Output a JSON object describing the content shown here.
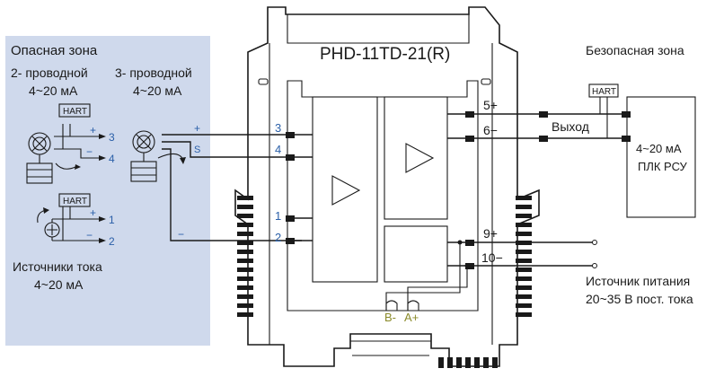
{
  "colors": {
    "hazard_zone_fill": "#cfd9ec",
    "terminal_number": "#2a5fa8",
    "bus_label": "#8a8a2a",
    "line": "#1a1a1a"
  },
  "hazard_zone": {
    "title": "Опасная зона",
    "two_wire": {
      "title_line1": "2- проводной",
      "title_line2": "4~20 мА"
    },
    "three_wire": {
      "title_line1": "3- проводной",
      "title_line2": "4~20 мА"
    },
    "current_sources": {
      "title_line1": "Источники тока",
      "title_line2": "4~20 мА"
    },
    "hart_label": "HART",
    "plus": "+",
    "minus": "−",
    "s_label": "S",
    "small_terminals": [
      "3",
      "4",
      "1",
      "2"
    ]
  },
  "device": {
    "model": "PHD-11TD-21(R)",
    "input_terminals": [
      "3",
      "4",
      "1",
      "2"
    ],
    "output_terminals": [
      "5+",
      "6−",
      "9+",
      "10−"
    ],
    "bus_labels": [
      "B-",
      "A+"
    ]
  },
  "safe_zone": {
    "title": "Безопасная зона",
    "hart_label": "HART",
    "output_label": "Выход",
    "plc_line1": "4~20 мА",
    "plc_line2": "ПЛК РСУ",
    "power_line1": "Источник питания",
    "power_line2": "20~35 В пост. тока"
  }
}
